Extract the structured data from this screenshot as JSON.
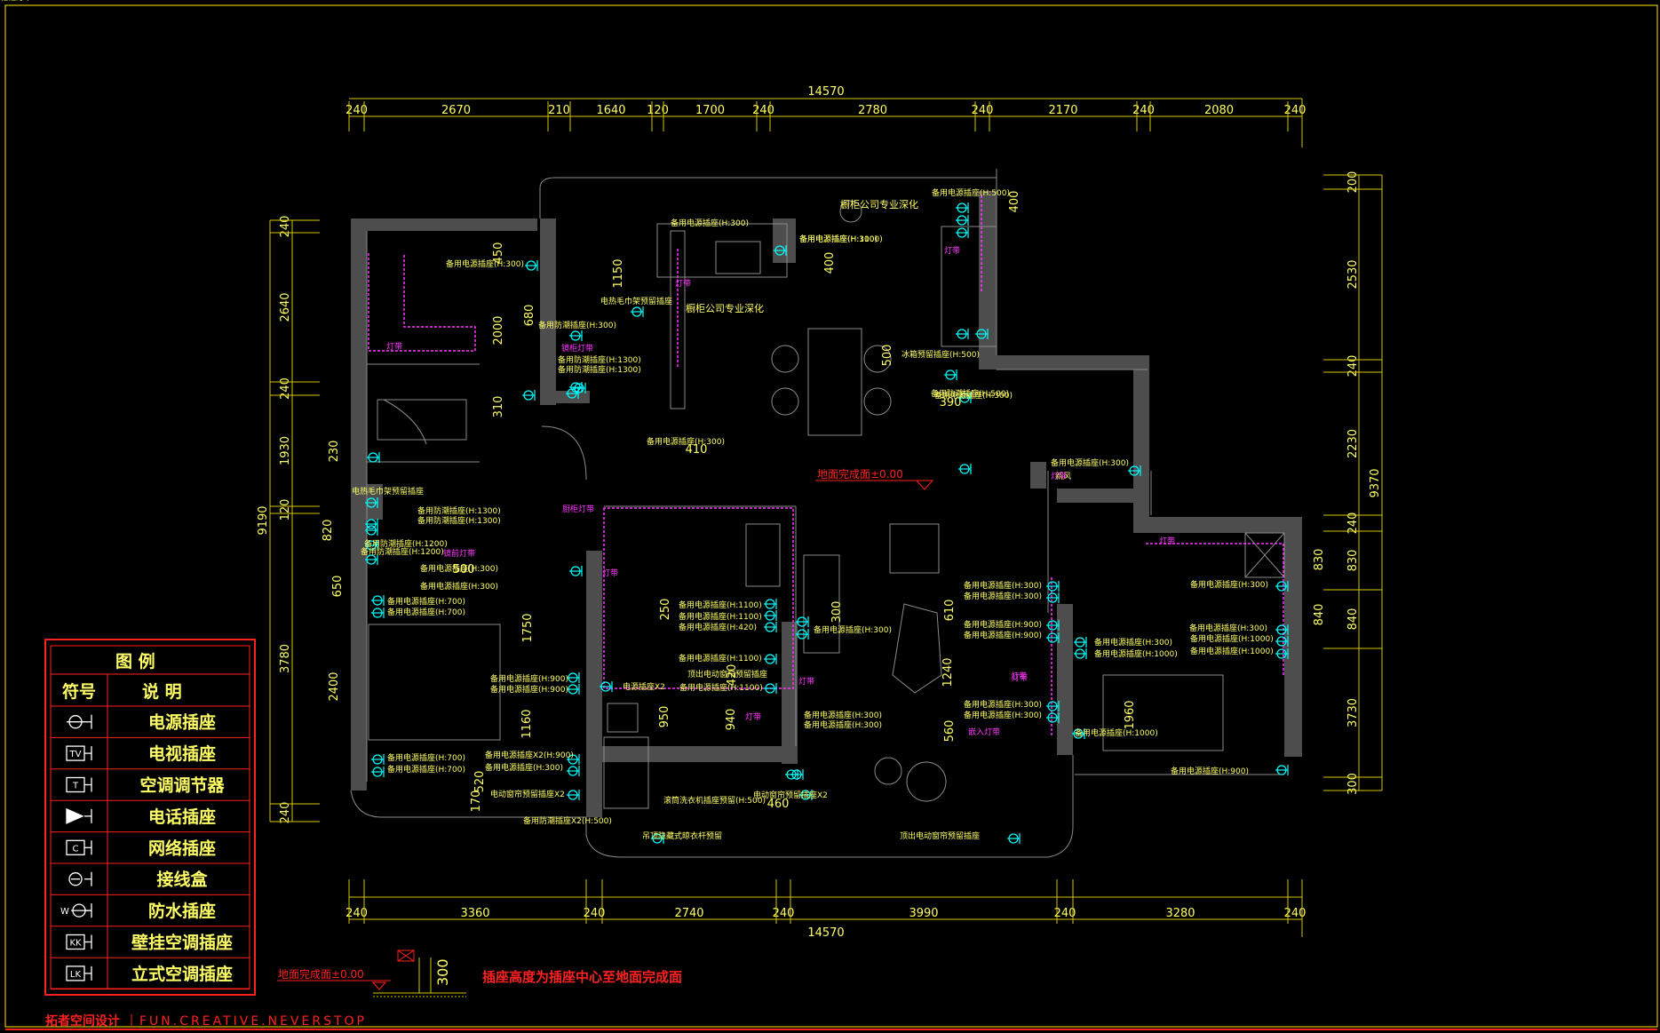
{
  "colors": {
    "background": "#000000",
    "dimension": "#d6c400",
    "dimension_text": "#ffff66",
    "wall": "#4d4d4d",
    "outline": "#8a8a8a",
    "outlet": "#00ffff",
    "magenta": "#ff33ff",
    "red": "#ff2020",
    "frame": "#ffff66"
  },
  "dims": {
    "top_total": "14570",
    "top": [
      "240",
      "2670",
      "210",
      "1640",
      "120",
      "1700",
      "240",
      "2780",
      "240",
      "2170",
      "240",
      "2080",
      "240"
    ],
    "bottom_total": "14570",
    "bottom": [
      "240",
      "3360",
      "240",
      "2740",
      "240",
      "3990",
      "240",
      "3280",
      "240"
    ],
    "left_total": "9190",
    "left": [
      "240",
      "2640",
      "240",
      "1930",
      "120",
      "3780",
      "240"
    ],
    "right_total": "9370",
    "right": [
      "200",
      "2530",
      "240",
      "2230",
      "240",
      "830",
      "840",
      "3730",
      "300"
    ],
    "inner": [
      "450",
      "1150",
      "680",
      "2000",
      "310",
      "230",
      "820",
      "650",
      "500",
      "2400",
      "1750",
      "1160",
      "520",
      "170",
      "400",
      "400",
      "500",
      "390",
      "410",
      "250",
      "950",
      "940",
      "420",
      "300",
      "610",
      "1240",
      "560",
      "1960",
      "830",
      "840",
      "460"
    ]
  },
  "notes": {
    "floor_level": "地面完成面±0.00",
    "cabinet_1": "橱柜公司专业深化",
    "cabinet_2": "橱柜公司专业深化",
    "outlets": [
      "备用电源插座(H:300)",
      "备用电源插座(H:300)",
      "备用电源插座(H:500)",
      "备用电源插座(H:1100)",
      "备用电源插座(H:300)",
      "备用防潮插座(H:300)",
      "备用防潮插座(H:1300)",
      "备用防潮插座(H:1300)",
      "电热毛巾架预留插座",
      "备用电源插座(H:300)",
      "冰箱预留插座(H:500)",
      "备用电源插座(H:300)",
      "备用防潮插座(H:500)",
      "电热毛巾架预留插座",
      "备用防潮插座(H:1300)",
      "备用防潮插座(H:1300)",
      "备用防潮插座(H:1200)",
      "备用防潮插座(H:1200)",
      "备用电源插座(H:300)",
      "备用电源插座(H:300)",
      "备用电源插座(H:700)",
      "备用电源插座(H:700)",
      "备用电源插座(H:900)",
      "备用电源插座(H:900)",
      "备用电源插座(H:700)",
      "备用电源插座(H:700)",
      "备用电源插座X2(H:900)",
      "备用电源插座(H:300)",
      "电动窗帘预留插座X2",
      "备用电源插座(H:1100)",
      "备用电源插座(H:1100)",
      "备用电源插座(H:420)",
      "备用电源插座(H:1100)",
      "电源插座X2",
      "备用电源插座(H:1100)",
      "备用电源插座(H:300)",
      "备用电源插座(H:300)",
      "备用电源插座(H:300)",
      "备用电源插座(H:300)",
      "备用电源插座(H:300)",
      "备用电源插座(H:900)",
      "备用电源插座(H:900)",
      "备用电源插座(H:300)",
      "备用电源插座(H:300)",
      "备用电源插座(H:300)",
      "备用电源插座(H:300)",
      "备用电源插座(H:1000)",
      "备用电源插座(H:300)",
      "备用电源插座(H:300)",
      "备用电源插座(H:1000)",
      "备用电源插座(H:1000)",
      "备用电源插座(H:1000)",
      "备用电源插座(H:900)",
      "电动窗帘预留插座X2",
      "备用防潮插座X2(H:500)",
      "滚筒洗衣机插座预留(H:500)",
      "吊顶隐藏式晾衣杆预留",
      "顶出电动窗帘预留插座",
      "顶出电动窗帘预留插座",
      "新风",
      "鞋柜灯带"
    ],
    "magenta": [
      "灯带",
      "灯带",
      "灯带",
      "灯带",
      "厨柜灯带",
      "镜柜灯带",
      "镜前灯带",
      "灯带",
      "灯带",
      "灯带",
      "灯带",
      "灯带",
      "灯带",
      "嵌入灯带"
    ]
  },
  "legend": {
    "title": "图  例",
    "col_symbol": "符号",
    "col_desc": "说    明",
    "rows": [
      {
        "sym": "ring",
        "label": "电源插座"
      },
      {
        "sym": "TV",
        "label": "电视插座"
      },
      {
        "sym": "T",
        "label": "空调调节器"
      },
      {
        "sym": "tri",
        "label": "电话插座"
      },
      {
        "sym": "C",
        "label": "网络插座"
      },
      {
        "sym": "dot",
        "label": "接线盒"
      },
      {
        "sym": "W",
        "label": "防水插座"
      },
      {
        "sym": "KK",
        "label": "壁挂空调插座"
      },
      {
        "sym": "LK",
        "label": "立式空调插座"
      }
    ]
  },
  "footnote": {
    "level_label": "地面完成面±0.00",
    "height": "300",
    "text": "插座高度为插座中心至地面完成面"
  },
  "brand": {
    "name": "拓者空间设计",
    "tagline": "FUN.CREATIVE.NEVERSTOP"
  }
}
